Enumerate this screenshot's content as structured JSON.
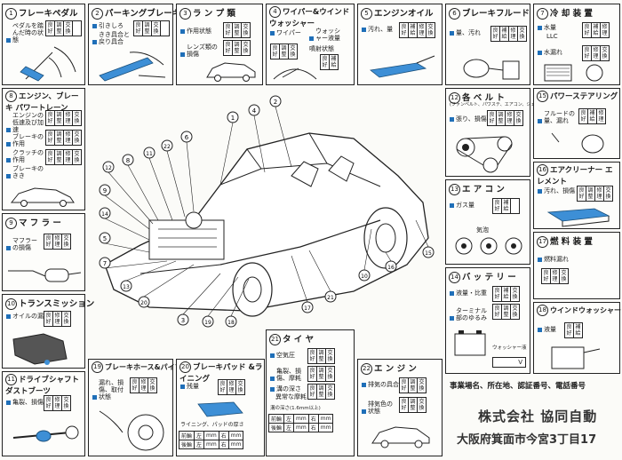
{
  "checklabels": {
    "a": "良好",
    "b": "調整",
    "c": "修理",
    "d": "交換",
    "e": "補給"
  },
  "sections": {
    "s1": {
      "num": "1",
      "title": "フレーキペダル",
      "items": [
        "ペダルを踏んだ時の状態"
      ]
    },
    "s2": {
      "num": "2",
      "title": "パーキングブレーキ",
      "items": [
        "引きしろ",
        "きき具合と戻り具合"
      ]
    },
    "s3": {
      "num": "3",
      "title": "ラ ン プ 類",
      "items": [
        "作用状態",
        "レンズ類の損傷"
      ]
    },
    "s4": {
      "num": "4",
      "title": "ワイパー&ウインド ウォッシャー",
      "items": [
        "ワイパー",
        "ウォッシャー液量",
        "噴射状態"
      ]
    },
    "s5": {
      "num": "5",
      "title": "エンジンオイル",
      "items": [
        "汚れ、量"
      ]
    },
    "s6": {
      "num": "6",
      "title": "ブレーキフルード",
      "items": [
        "量、汚れ"
      ]
    },
    "s7": {
      "num": "7",
      "title": "冷 却 装 置",
      "items": [
        "水量",
        "LLC",
        "水漏れ"
      ]
    },
    "s8": {
      "num": "8",
      "title": "エンジン、ブレーキ パワートレーン",
      "items": [
        "エンジンの低速及び加速",
        "ブレーキの作用",
        "クラッチの作用",
        "ブレーキのきき"
      ]
    },
    "s9": {
      "num": "9",
      "title": "マ フ ラ ー",
      "items": [
        "マフラーの損傷"
      ]
    },
    "s10": {
      "num": "10",
      "title": "トランスミッション",
      "items": [
        "オイルの漏れ"
      ]
    },
    "s11": {
      "num": "11",
      "title": "ドライブシャフト ダストブーツ",
      "items": [
        "亀裂、損傷"
      ]
    },
    "s12": {
      "num": "12",
      "title": "各 ベ ル ト",
      "subtitle": "(ファンベルト、パワステ、エアコン、ジェネレータ)",
      "items": [
        "張り、損傷"
      ]
    },
    "s13": {
      "num": "13",
      "title": "エ ア コ ン",
      "items": [
        "ガス量"
      ],
      "labels": [
        "気泡"
      ]
    },
    "s14": {
      "num": "14",
      "title": "バ ッ テ リ ー",
      "items": [
        "液量・比重",
        "ターミナル部のゆるみ"
      ],
      "note": "ウォッシャー液",
      "note2": "V"
    },
    "s15": {
      "num": "15",
      "title": "パワーステアリング",
      "items": [
        "フルードの量、漏れ"
      ]
    },
    "s16": {
      "num": "16",
      "title": "エアクリーナー エレメント",
      "items": [
        "汚れ、損傷"
      ]
    },
    "s17": {
      "num": "17",
      "title": "燃 料 装 置",
      "items": [
        "燃料漏れ"
      ]
    },
    "s18": {
      "num": "18",
      "title": "ウインドウォッシャー",
      "items": [
        "液量"
      ]
    },
    "s19": {
      "num": "19",
      "title": "ブレーキホース&パイプ",
      "items": [
        "漏れ、損傷、取付状態"
      ]
    },
    "s20": {
      "num": "20",
      "title": "ブレーキパッド &ライニング",
      "items": [
        "残量"
      ],
      "caption": "ライニング、パッドの厚さ"
    },
    "s21": {
      "num": "21",
      "title": "タ イ ヤ",
      "items": [
        "空気圧",
        "亀裂、損傷、摩耗",
        "溝の深さ",
        "異常な摩耗"
      ],
      "caption": "溝の深さ(1.6mm以上)"
    },
    "s22": {
      "num": "22",
      "title": "エ ン ジ ン",
      "items": [
        "排気の具合",
        "排気色の状態"
      ]
    }
  },
  "wheel_table": {
    "rows": [
      "前輪",
      "後輪"
    ],
    "cols": [
      "左",
      "右"
    ],
    "unit": "mm"
  },
  "tyre_table": {
    "rows": [
      "前輪",
      "後輪"
    ],
    "cols": [
      "左",
      "右"
    ],
    "unit": "mm"
  },
  "footer": {
    "label": "事業場名、所在地、認証番号、電話番号",
    "company": "株式会社 協同自動",
    "address": "大阪府箕面市今宮3丁目17"
  },
  "callouts": [
    "1",
    "2",
    "3",
    "4",
    "5",
    "6",
    "7",
    "8",
    "9",
    "10",
    "11",
    "12",
    "13",
    "14",
    "15",
    "16",
    "17",
    "18",
    "19",
    "20",
    "21",
    "22"
  ]
}
